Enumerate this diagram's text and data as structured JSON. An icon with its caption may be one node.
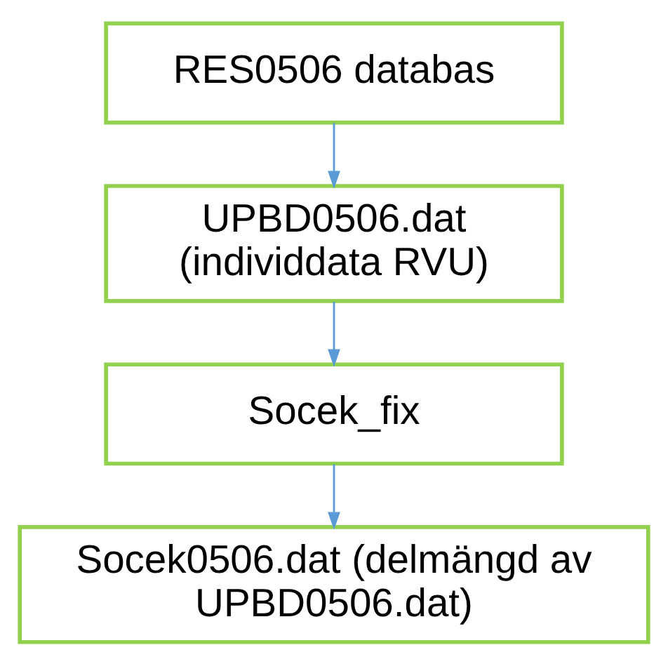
{
  "diagram": {
    "nodes": [
      {
        "text": [
          "RES0506 databas"
        ]
      },
      {
        "text": [
          "UPBD0506.dat (individdata RVU)"
        ]
      },
      {
        "text": [
          "Socek_fix"
        ]
      },
      {
        "text": [
          "Socek0506.dat (delmängd av UPBD0506.dat)"
        ]
      }
    ],
    "edges": [
      {
        "from": 0,
        "to": 1,
        "arrow": "to"
      },
      {
        "from": 1,
        "to": 2,
        "arrow": "to"
      },
      {
        "from": 2,
        "to": 3,
        "arrow": "to"
      }
    ]
  }
}
